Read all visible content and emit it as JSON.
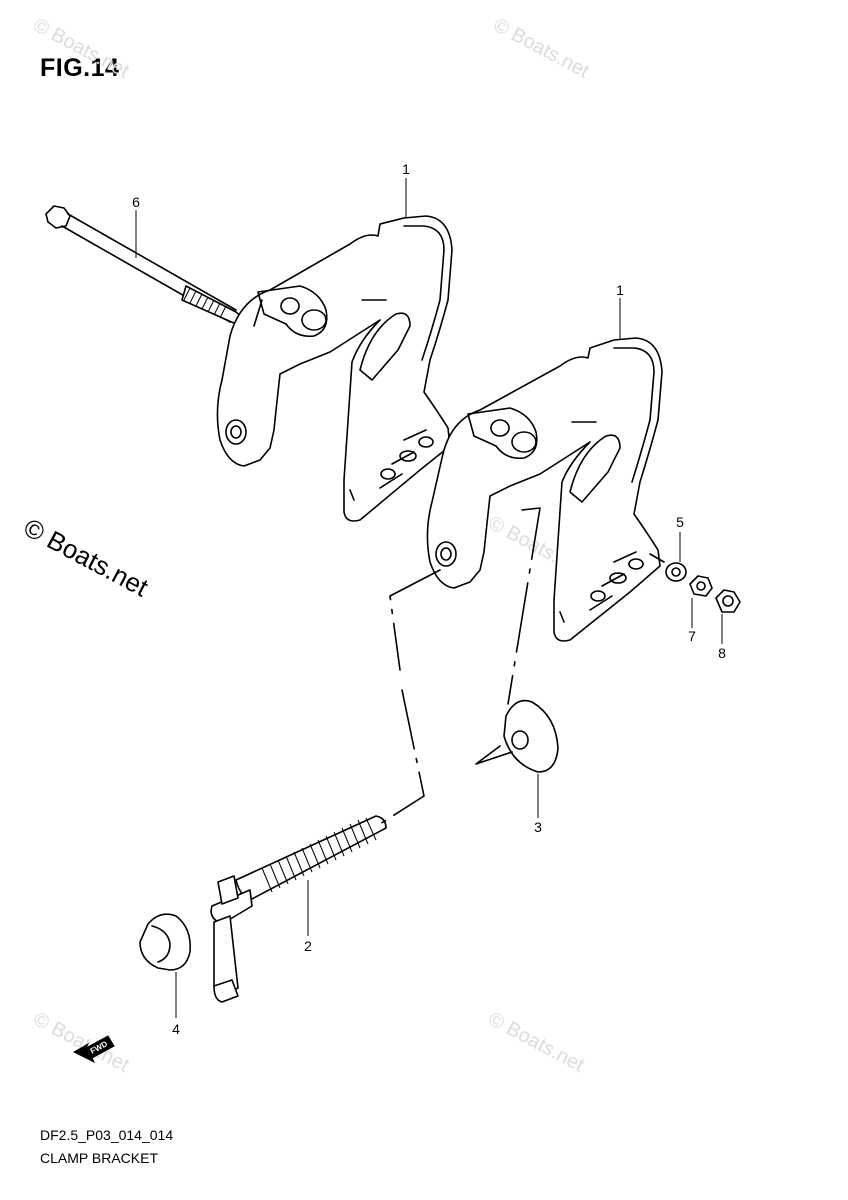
{
  "figure": {
    "title": "FIG.14",
    "code": "DF2.5_P03_014_014",
    "name": "CLAMP BRACKET"
  },
  "watermark": {
    "small": "© Boats.net",
    "large": "© Boats.net"
  },
  "fwd_label": "FWD",
  "callouts": {
    "c1a": "1",
    "c1b": "1",
    "c2": "2",
    "c3": "3",
    "c4": "4",
    "c5": "5",
    "c6": "6",
    "c7": "7",
    "c8": "8"
  }
}
